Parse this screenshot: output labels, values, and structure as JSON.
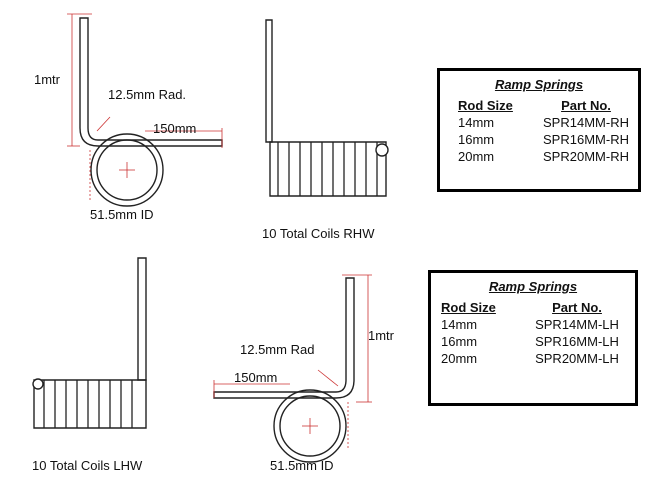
{
  "diagram_labels": {
    "top_left": {
      "length": "1mtr",
      "radius": "12.5mm Rad.",
      "leg": "150mm",
      "id": "51.5mm ID"
    },
    "top_middle": {
      "caption": "10 Total Coils RHW"
    },
    "bottom_left": {
      "caption": "10 Total Coils LHW"
    },
    "bottom_right": {
      "length": "1mtr",
      "radius": "12.5mm Rad",
      "leg": "150mm",
      "id": "51.5mm ID"
    }
  },
  "tables": [
    {
      "title": "Ramp Springs",
      "col_rod": "Rod Size",
      "col_part": "Part No.",
      "rows": [
        {
          "rod": "14mm",
          "part": "SPR14MM-RH"
        },
        {
          "rod": "16mm",
          "part": "SPR16MM-RH"
        },
        {
          "rod": "20mm",
          "part": "SPR20MM-RH"
        }
      ]
    },
    {
      "title": "Ramp Springs",
      "col_rod": "Rod Size",
      "col_part": "Part No.",
      "rows": [
        {
          "rod": "14mm",
          "part": "SPR14MM-LH"
        },
        {
          "rod": "16mm",
          "part": "SPR16MM-LH"
        },
        {
          "rod": "20mm",
          "part": "SPR20MM-LH"
        }
      ]
    }
  ]
}
